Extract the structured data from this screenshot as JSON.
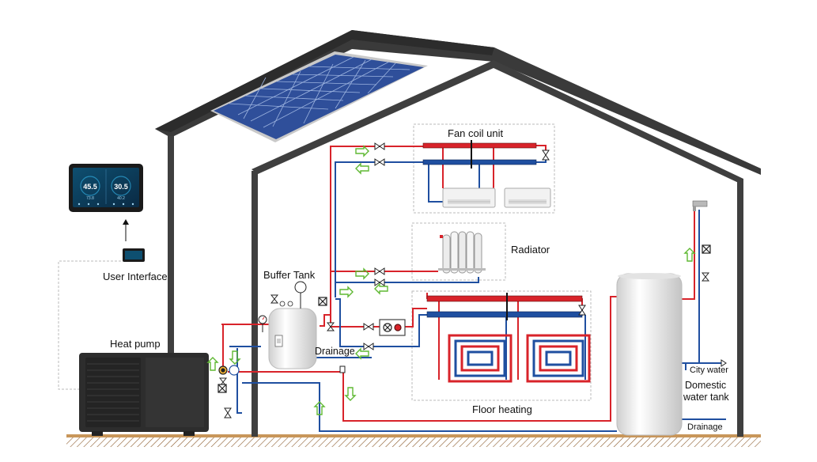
{
  "labels": {
    "fan_coil_unit": "Fan coil unit",
    "radiator": "Radiator",
    "floor_heating": "Floor heating",
    "buffer_tank": "Buffer Tank",
    "drainage_buffer": "Drainage",
    "user_interface": "User Interface",
    "heat_pump": "Heat pump",
    "city_water": "City water",
    "domestic_water_tank_line1": "Domestic",
    "domestic_water_tank_line2": "water tank",
    "drainage_tank": "Drainage"
  },
  "controller_display": {
    "left_value": "45.5",
    "right_value": "30.5",
    "left_sub": "73.8",
    "right_sub": "40.2"
  },
  "colors": {
    "roof": "#3a3a3a",
    "wall": "#3f3f3f",
    "hot_pipe": "#d8232a",
    "cold_pipe": "#1f4fa0",
    "flow_arrow": "#5fb832",
    "solar_panel": "#2f4f9a",
    "ground": "#c8965a",
    "dashed_box": "#bbbbbb"
  }
}
